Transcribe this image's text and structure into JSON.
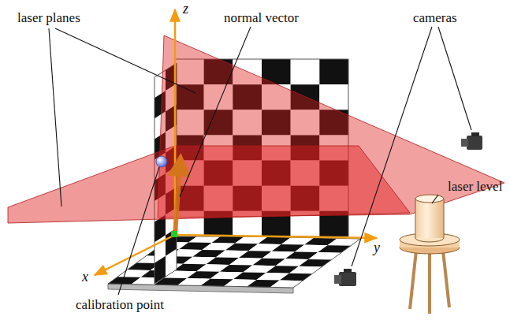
{
  "diagram": {
    "labels": [
      "laser planes",
      "z",
      "normal vector",
      "cameras",
      "laser level",
      "y",
      "x",
      "calibration point"
    ]
  }
}
